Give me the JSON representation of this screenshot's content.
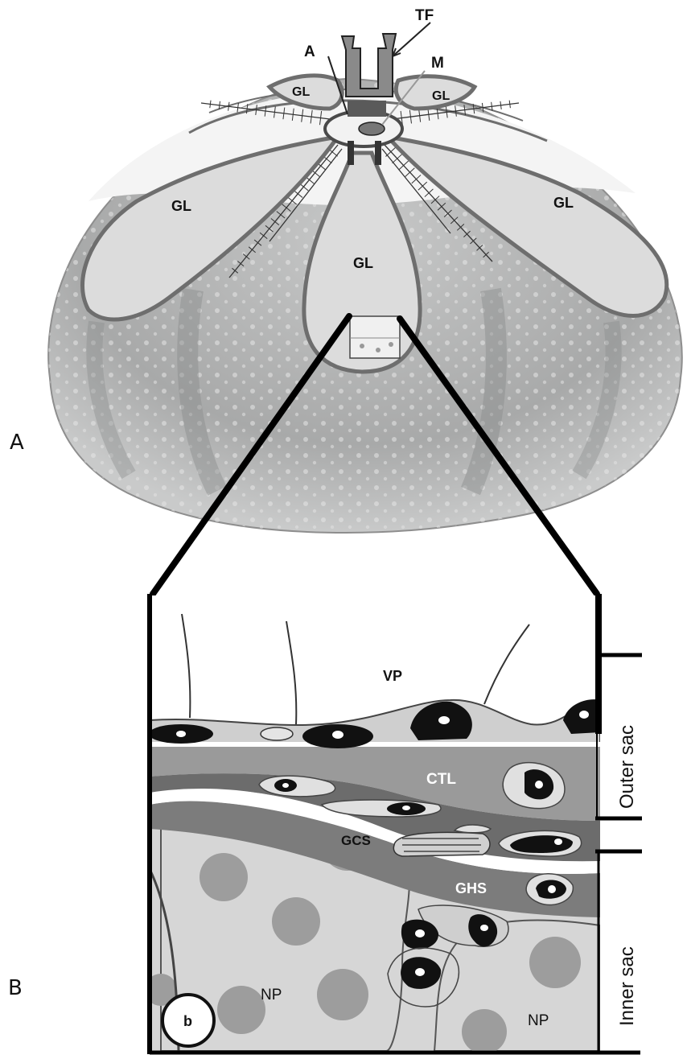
{
  "panels": {
    "a_label": "A",
    "b_label": "B"
  },
  "top": {
    "tf": "TF",
    "a": "A",
    "m": "M",
    "gl": "GL"
  },
  "bottom": {
    "vp": "VP",
    "ctl": "CTL",
    "gcs": "GCS",
    "ghs": "GHS",
    "np": "NP",
    "b": "b",
    "outer_sac": "Outer sac",
    "inner_sac": "Inner sac"
  },
  "colors": {
    "test_shell": "#a9aaaa",
    "gonad_fill": "#dcdcdc",
    "gonad_outline": "#6e6e6e",
    "ctl": "#9a9a9a",
    "ghs": "#7c7c7c",
    "np_bg": "#d6d6d6",
    "np_disc": "#9d9d9d",
    "ink": "#111111"
  }
}
